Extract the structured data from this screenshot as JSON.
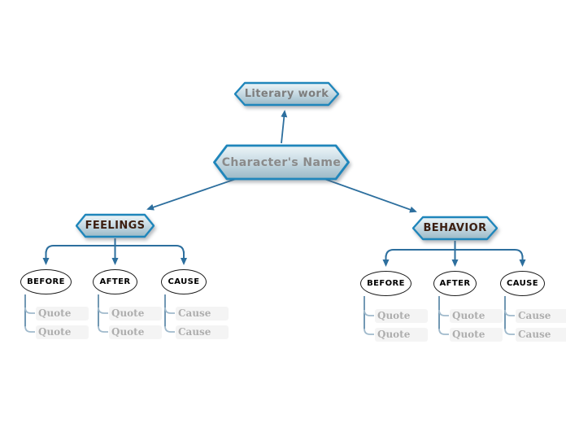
{
  "diagram": {
    "root": {
      "label": "Literary work"
    },
    "main": {
      "label": "Character's Name"
    },
    "branches": [
      {
        "label": "FEELINGS",
        "children": [
          {
            "label": "BEFORE",
            "items": [
              "Quote",
              "Quote"
            ]
          },
          {
            "label": "AFTER",
            "items": [
              "Quote",
              "Quote"
            ]
          },
          {
            "label": "CAUSE",
            "items": [
              "Cause",
              "Cause"
            ]
          }
        ]
      },
      {
        "label": "BEHAVIOR",
        "children": [
          {
            "label": "BEFORE",
            "items": [
              "Quote",
              "Quote"
            ]
          },
          {
            "label": "AFTER",
            "items": [
              "Quote",
              "Quote"
            ]
          },
          {
            "label": "CAUSE",
            "items": [
              "Cause",
              "Cause"
            ]
          }
        ]
      }
    ],
    "colors": {
      "node_border": "#1f86bb",
      "node_fill_top": "#e9f2f6",
      "node_fill_bottom": "#9bb9c6",
      "connector": "#2d6f9e",
      "child_connector": "#628cab",
      "child_elbow": "#a0bacc",
      "branch_text": "#3c1e10",
      "root_text": "#7d7d7d",
      "quote_text": "#aeaeae",
      "ellipse_border": "#1c1c1c",
      "background": "#ffffff"
    }
  }
}
